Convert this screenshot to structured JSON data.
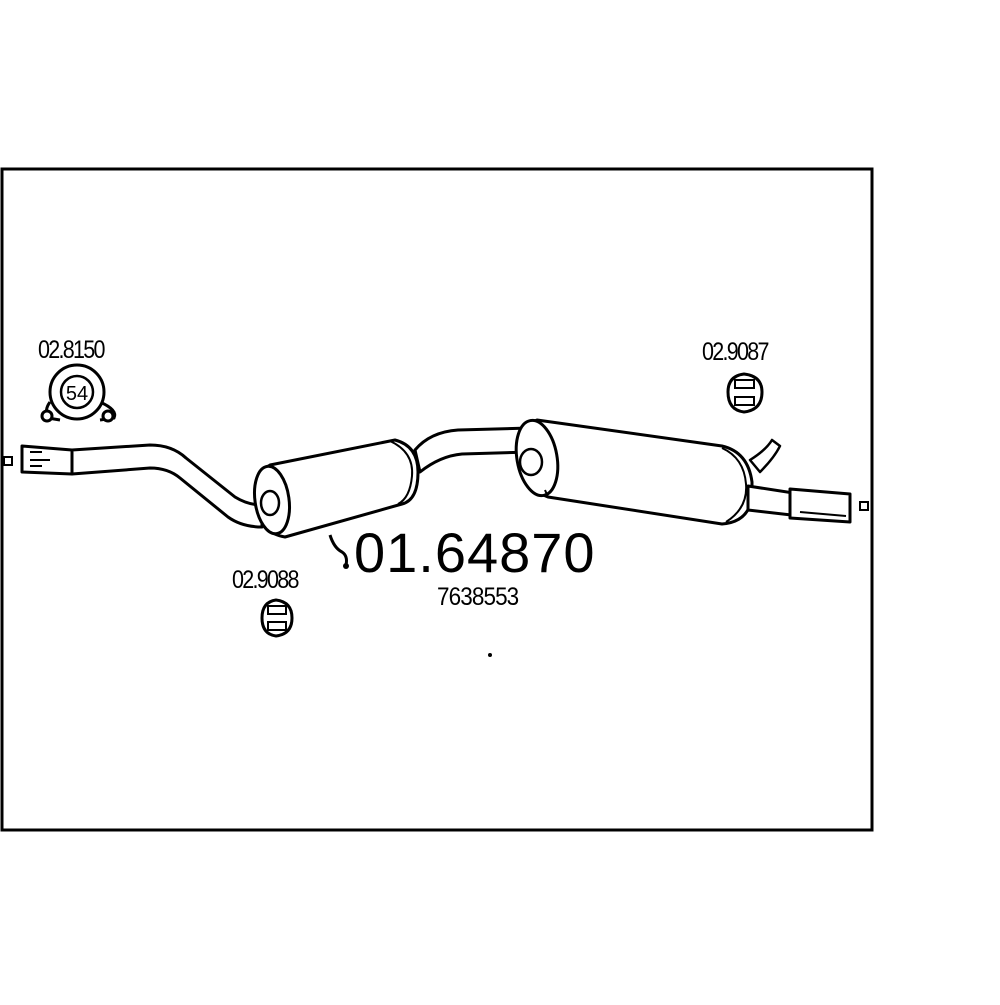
{
  "diagram": {
    "part_number": "01.64870",
    "oe_number": "7638553",
    "accessories": [
      {
        "code": "02.8150",
        "clamp_size": "54"
      },
      {
        "code": "02.9088"
      },
      {
        "code": "02.9087"
      }
    ]
  },
  "colors": {
    "line": "#000000",
    "background": "#ffffff"
  }
}
